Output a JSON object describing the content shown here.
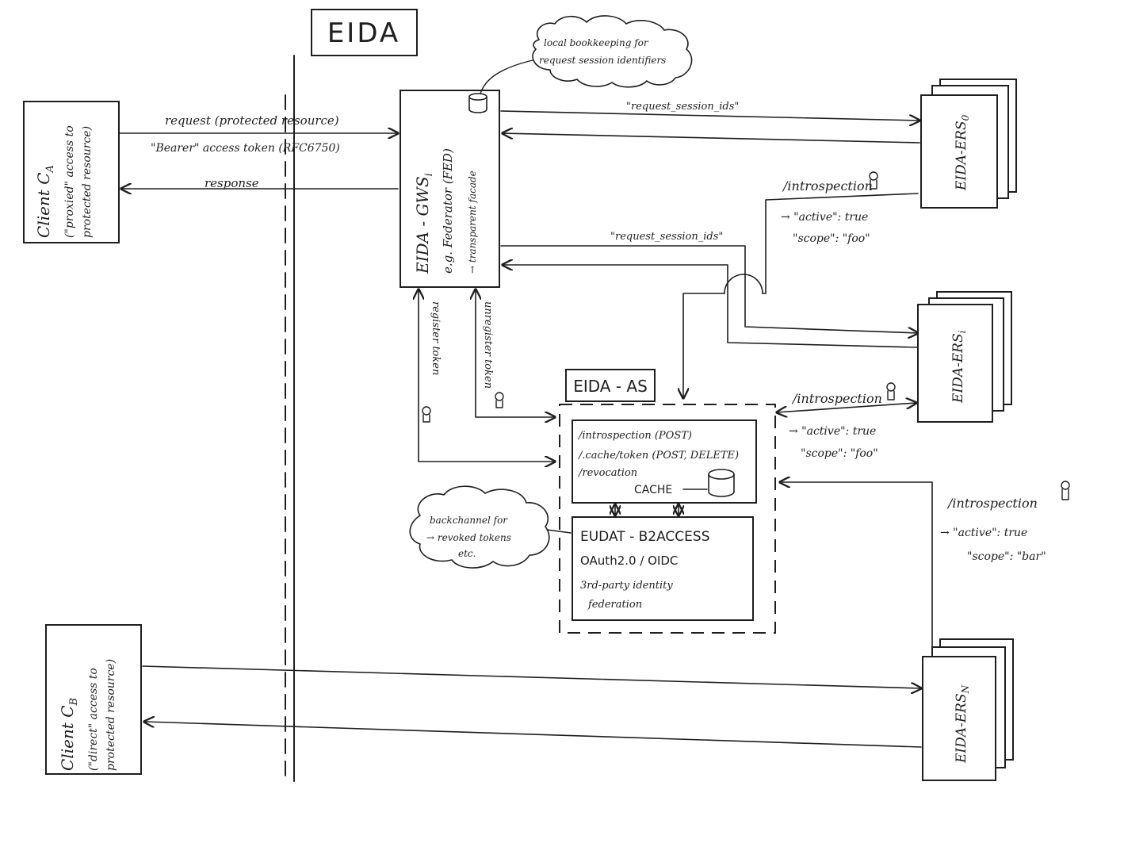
{
  "title": "EIDA",
  "client_a": {
    "name": "Client C",
    "name_sub": "A",
    "desc1": "(\"proxied\" access to",
    "desc2": "protected resource)"
  },
  "client_b": {
    "name": "Client C",
    "name_sub": "B",
    "desc1": "(\"direct\" access to",
    "desc2": "protected resource)"
  },
  "gws": {
    "name": "EIDA - GWS",
    "name_sub": "i",
    "line2": "e.g. Federator (FED)",
    "line3": "→ transparent facade"
  },
  "cloud_top": {
    "line1": "local bookkeeping for",
    "line2": "request session identifiers"
  },
  "cloud_left": {
    "line1": "backchannel for",
    "line2": "→ revoked tokens",
    "line3": "etc."
  },
  "edges": {
    "request": "request (protected resource)",
    "bearer": "\"Bearer\" access token (RFC6750)",
    "response": "response",
    "session_ids_top": "\"request_session_ids\"",
    "session_ids_mid": "\"request_session_ids\"",
    "register_token": "register token",
    "unregister_token": "unregister token"
  },
  "introspection_0": {
    "label": "/introspection",
    "active": "→ \"active\": true",
    "scope": "\"scope\": \"foo\""
  },
  "introspection_i": {
    "label": "/introspection",
    "active": "→ \"active\": true",
    "scope": "\"scope\": \"foo\""
  },
  "introspection_n": {
    "label": "/introspection",
    "active": "→ \"active\": true",
    "scope": "\"scope\": \"bar\""
  },
  "eida_as": {
    "title": "EIDA - AS",
    "ep1": "/introspection (POST)",
    "ep2": "/.cache/token (POST, DELETE)",
    "ep3": "/revocation",
    "cache": "CACHE"
  },
  "eudat": {
    "title": "EUDAT - B2ACCESS",
    "line2": "OAuth2.0 / OIDC",
    "line3": "3rd-party identity",
    "line4": "federation"
  },
  "ers0": {
    "name": "EIDA-ERS",
    "sub": "0"
  },
  "ersi": {
    "name": "EIDA-ERS",
    "sub": "i"
  },
  "ersn": {
    "name": "EIDA-ERS",
    "sub": "N"
  }
}
